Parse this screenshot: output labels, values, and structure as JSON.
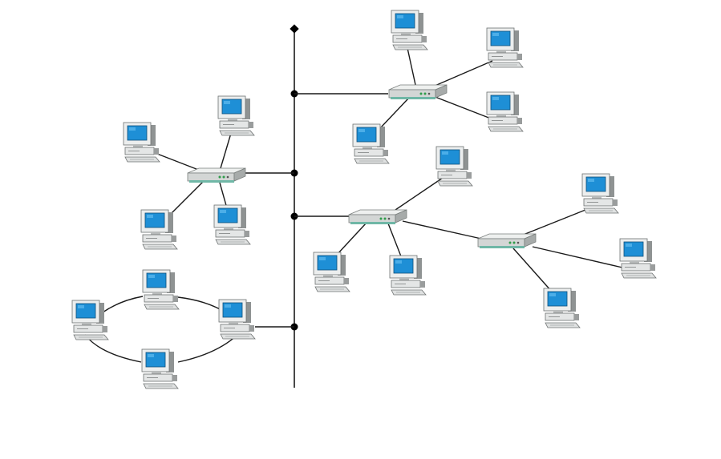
{
  "diagram": {
    "type": "network-topology",
    "colors": {
      "background": "#ffffff",
      "line": "#1a1a1a",
      "screen": "#1e8fd6",
      "monitor_body": "#e9eaea",
      "monitor_shadow": "#9c9f9f",
      "hub_body": "#d6d9d8",
      "hub_stripe": "#6fb7a6"
    },
    "icons": {
      "computer": "desktop-computer-icon",
      "hub": "network-hub-icon"
    },
    "groups": [
      {
        "name": "backbone-bus",
        "topology": "bus",
        "junctions": 5
      },
      {
        "name": "star-top-right",
        "topology": "star",
        "hubs": 1,
        "computers": 4
      },
      {
        "name": "star-left",
        "topology": "star",
        "hubs": 1,
        "computers": 4
      },
      {
        "name": "tree-right",
        "topology": "tree",
        "hubs": 2,
        "computers": 6
      },
      {
        "name": "ring-bottom-left",
        "topology": "ring",
        "hubs": 0,
        "computers": 4
      }
    ]
  }
}
